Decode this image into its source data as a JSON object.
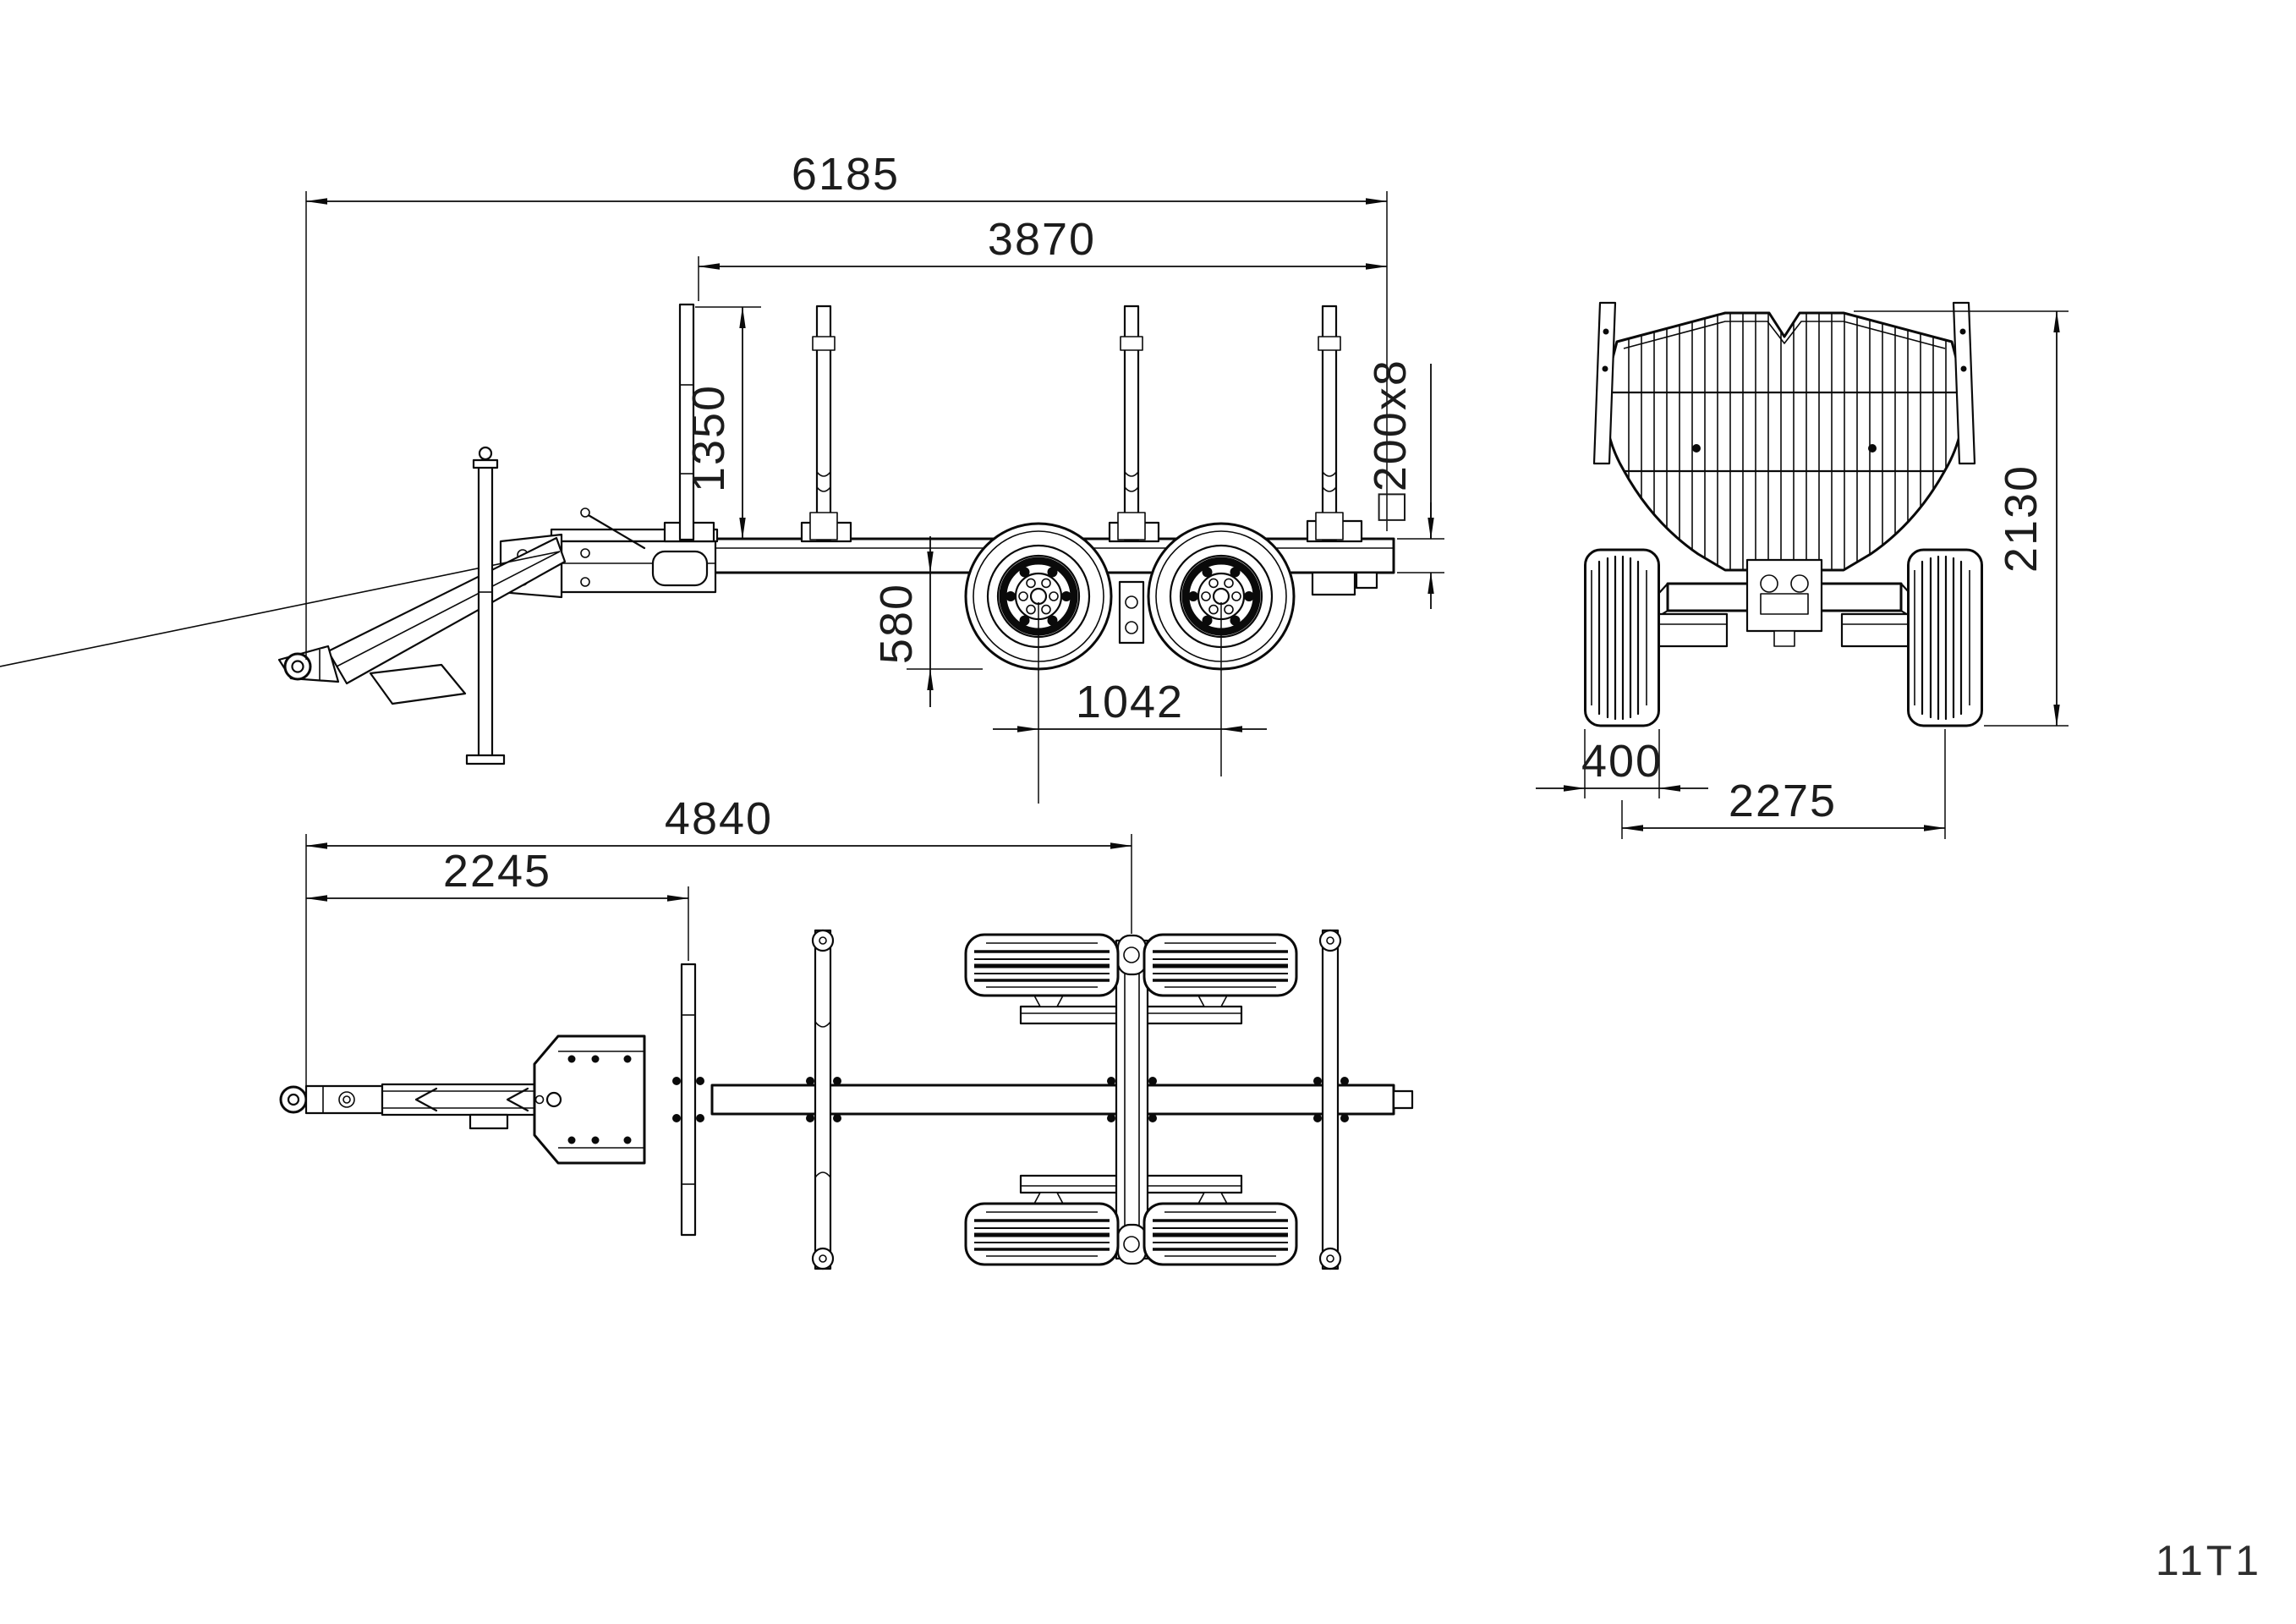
{
  "sheet": {
    "drawing_number": "11T1",
    "paper_color": "#ffffff",
    "line_color": "#0a0a0a",
    "content": "forestry timber trailer, three orthographic views"
  },
  "side_view": {
    "name": "side elevation",
    "dims": {
      "overall_length": "6185",
      "load_space_length": "3870",
      "stanchion_height": "1350",
      "frame_height_above_ground": "580",
      "bogie_wheelbase": "1042",
      "frame_profile": "□200x8"
    }
  },
  "rear_view": {
    "name": "rear elevation",
    "dims": {
      "overall_height": "2130",
      "tyre_width": "400",
      "track_width": "2275"
    }
  },
  "top_view": {
    "name": "plan view",
    "dims": {
      "hitch_to_bogie": "4840",
      "hitch_to_first_bunk": "2245"
    }
  }
}
